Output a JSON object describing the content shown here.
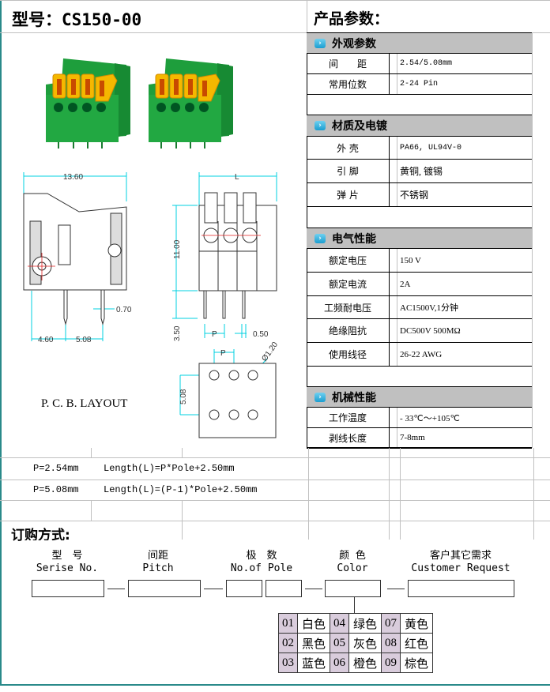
{
  "header": {
    "model_label": "型号：",
    "model": "CS150-00",
    "params_title": "产品参数："
  },
  "sections": [
    {
      "title": "外观参数",
      "rows": [
        {
          "label": "间　　距",
          "value": "2.54/5.08mm"
        },
        {
          "label": "常用位数",
          "value": "2-24 Pin"
        }
      ]
    },
    {
      "title": "材质及电镀",
      "rows": [
        {
          "label": "外 壳",
          "value": "PA66, UL94V-0"
        },
        {
          "label": "引 脚",
          "value": "黄铜, 镀锡"
        },
        {
          "label": "弹 片",
          "value": "不锈钢"
        }
      ]
    },
    {
      "title": "电气性能",
      "rows": [
        {
          "label": "额定电压",
          "value": "150 V"
        },
        {
          "label": "额定电流",
          "value": "2A"
        },
        {
          "label": "工频耐电压",
          "value": "AC1500V,1分钟"
        },
        {
          "label": "绝缘阻抗",
          "value": "DC500V  500MΩ"
        },
        {
          "label": "使用线径",
          "value": "26-22 AWG"
        }
      ]
    },
    {
      "title": "机械性能",
      "rows": [
        {
          "label": "工作温度",
          "value": "- 33℃～+105℃"
        },
        {
          "label": "剥线长度",
          "value": "7-8mm"
        }
      ]
    }
  ],
  "drawing": {
    "width": "13.60",
    "pin_width": "0.70",
    "offset": "4.60",
    "pin_spacing": "5.08",
    "length": "L",
    "height": "11.00",
    "pin_length": "3.50",
    "pitch": "P",
    "pin_thickness": "0.50",
    "hole_diameter": "Ø1.20",
    "row_spacing": "5.08",
    "pcb_label": "P. C. B. LAYOUT"
  },
  "formulas": [
    {
      "pitch": "P=2.54mm",
      "length": "Length(L)=P*Pole+2.50mm"
    },
    {
      "pitch": "P=5.08mm",
      "length": "Length(L)=(P-1)*Pole+2.50mm"
    }
  ],
  "order": {
    "title": "订购方式:",
    "fields": [
      {
        "cn": "型　号",
        "en": "Serise No."
      },
      {
        "cn": "间距",
        "en": "Pitch"
      },
      {
        "cn": "极　数",
        "en": "No.of Pole"
      },
      {
        "cn": "颜 色",
        "en": "Color"
      },
      {
        "cn": "客户其它需求",
        "en": "Customer Request"
      }
    ],
    "colors": [
      [
        {
          "code": "01",
          "name": "白色"
        },
        {
          "code": "04",
          "name": "绿色"
        },
        {
          "code": "07",
          "name": "黄色"
        }
      ],
      [
        {
          "code": "02",
          "name": "黑色"
        },
        {
          "code": "05",
          "name": "灰色"
        },
        {
          "code": "08",
          "name": "红色"
        }
      ],
      [
        {
          "code": "03",
          "name": "蓝色"
        },
        {
          "code": "06",
          "name": "橙色"
        },
        {
          "code": "09",
          "name": "棕色"
        }
      ]
    ]
  },
  "colors": {
    "frame": "#2a8a8a",
    "grid": "#c0c0c0",
    "header_bg": "#c0c0c0",
    "connector": "#1e9e3c",
    "lever": "#f5b800",
    "dim": "#00d0e0"
  }
}
